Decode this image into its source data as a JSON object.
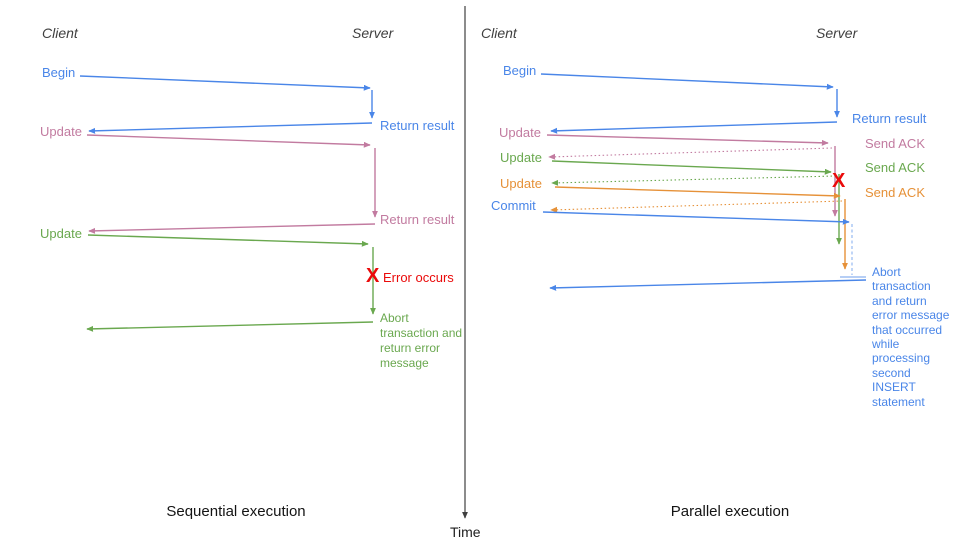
{
  "colors": {
    "blue": "#4a86e8",
    "pink": "#c27ba0",
    "green": "#6aa84f",
    "orange": "#e69138",
    "red": "#ea0a0a",
    "axis": "#3f3f3f"
  },
  "time_axis": {
    "label": "Time"
  },
  "left": {
    "caption": "Sequential execution",
    "client": "Client",
    "server": "Server",
    "begin": "Begin",
    "return_result_1": "Return result",
    "update_1": "Update",
    "return_result_2": "Return result",
    "update_2": "Update",
    "error_mark": "X",
    "error_label": "Error occurs",
    "abort": "Abort transaction and return error message"
  },
  "right": {
    "caption": "Parallel execution",
    "client": "Client",
    "server": "Server",
    "begin": "Begin",
    "return_result": "Return result",
    "update_1": "Update",
    "send_ack_1": "Send ACK",
    "update_2": "Update",
    "send_ack_2": "Send ACK",
    "update_3": "Update",
    "send_ack_3": "Send ACK",
    "commit": "Commit",
    "error_mark": "X",
    "abort": "Abort transaction and return error message that occurred while processing second INSERT statement"
  }
}
